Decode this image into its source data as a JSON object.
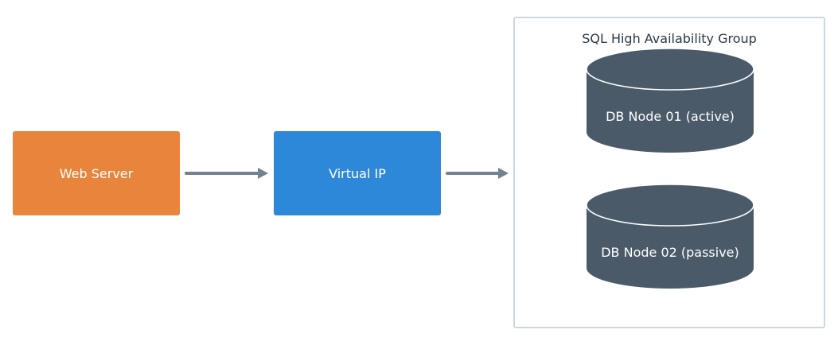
{
  "diagram": {
    "nodes": {
      "web_server": {
        "label": "Web Server",
        "color": "#e8843b"
      },
      "virtual_ip": {
        "label": "Virtual IP",
        "color": "#2d88d9"
      },
      "group": {
        "label": "SQL High Availability Group",
        "border_color": "#cdd7e1"
      },
      "db1": {
        "label": "DB Node 01 (active)",
        "color": "#4b5a69"
      },
      "db2": {
        "label": "DB Node 02 (passive)",
        "color": "#4b5a69"
      }
    },
    "edges": [
      {
        "from": "Web Server",
        "to": "Virtual IP"
      },
      {
        "from": "Virtual IP",
        "to": "SQL High Availability Group"
      }
    ],
    "edge_color": "#738290"
  }
}
